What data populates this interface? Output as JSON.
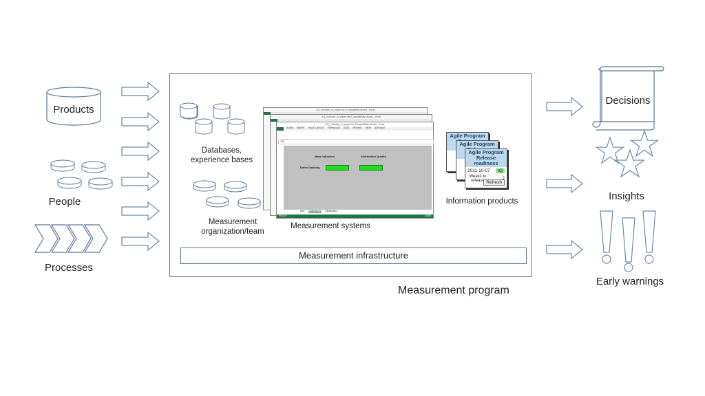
{
  "inputs": {
    "products": "Products",
    "people": "People",
    "processes": "Processes"
  },
  "program": {
    "title": "Measurement program",
    "databases": "Databases,\nexperience bases",
    "organization": "Measurement\norganization/team",
    "systems": "Measurement systems",
    "products": "Information products",
    "infrastructure": "Measurement infrastructure"
  },
  "excel": {
    "window_title": "EQ_indicator_to_paper.xls [Compatibility Mode] - Excel",
    "tabs": [
      "FILE",
      "HOME",
      "INSERT",
      "PAGE LAYOUT",
      "FORMULAS",
      "DATA",
      "REVIEW",
      "VIEW",
      "ACROBAT"
    ],
    "cell_ref": "Y13",
    "main_indicator": "Main indicators",
    "info_quality": "Information Quality",
    "row_label": "Defect backlog",
    "sheet_tabs": [
      "Info",
      "Indicators",
      "Measures"
    ],
    "status": "READY",
    "zoom": "100%",
    "colors": {
      "ribbon": "#217346",
      "indicator": "#22dd22",
      "canvas": "#c0c0c0"
    }
  },
  "card": {
    "title_line1": "Agile Program",
    "title_line2": "Release readiness",
    "date": "2011-10-07",
    "quality": "IQ",
    "weeks_label": "Weeks to release",
    "weeks_value": "2",
    "refresh": "Refresh"
  },
  "outputs": {
    "decisions": "Decisions",
    "insights": "Insights",
    "warnings": "Early warnings"
  },
  "colors": {
    "line": "#5a7896",
    "arrow": "#6a8aa8"
  }
}
